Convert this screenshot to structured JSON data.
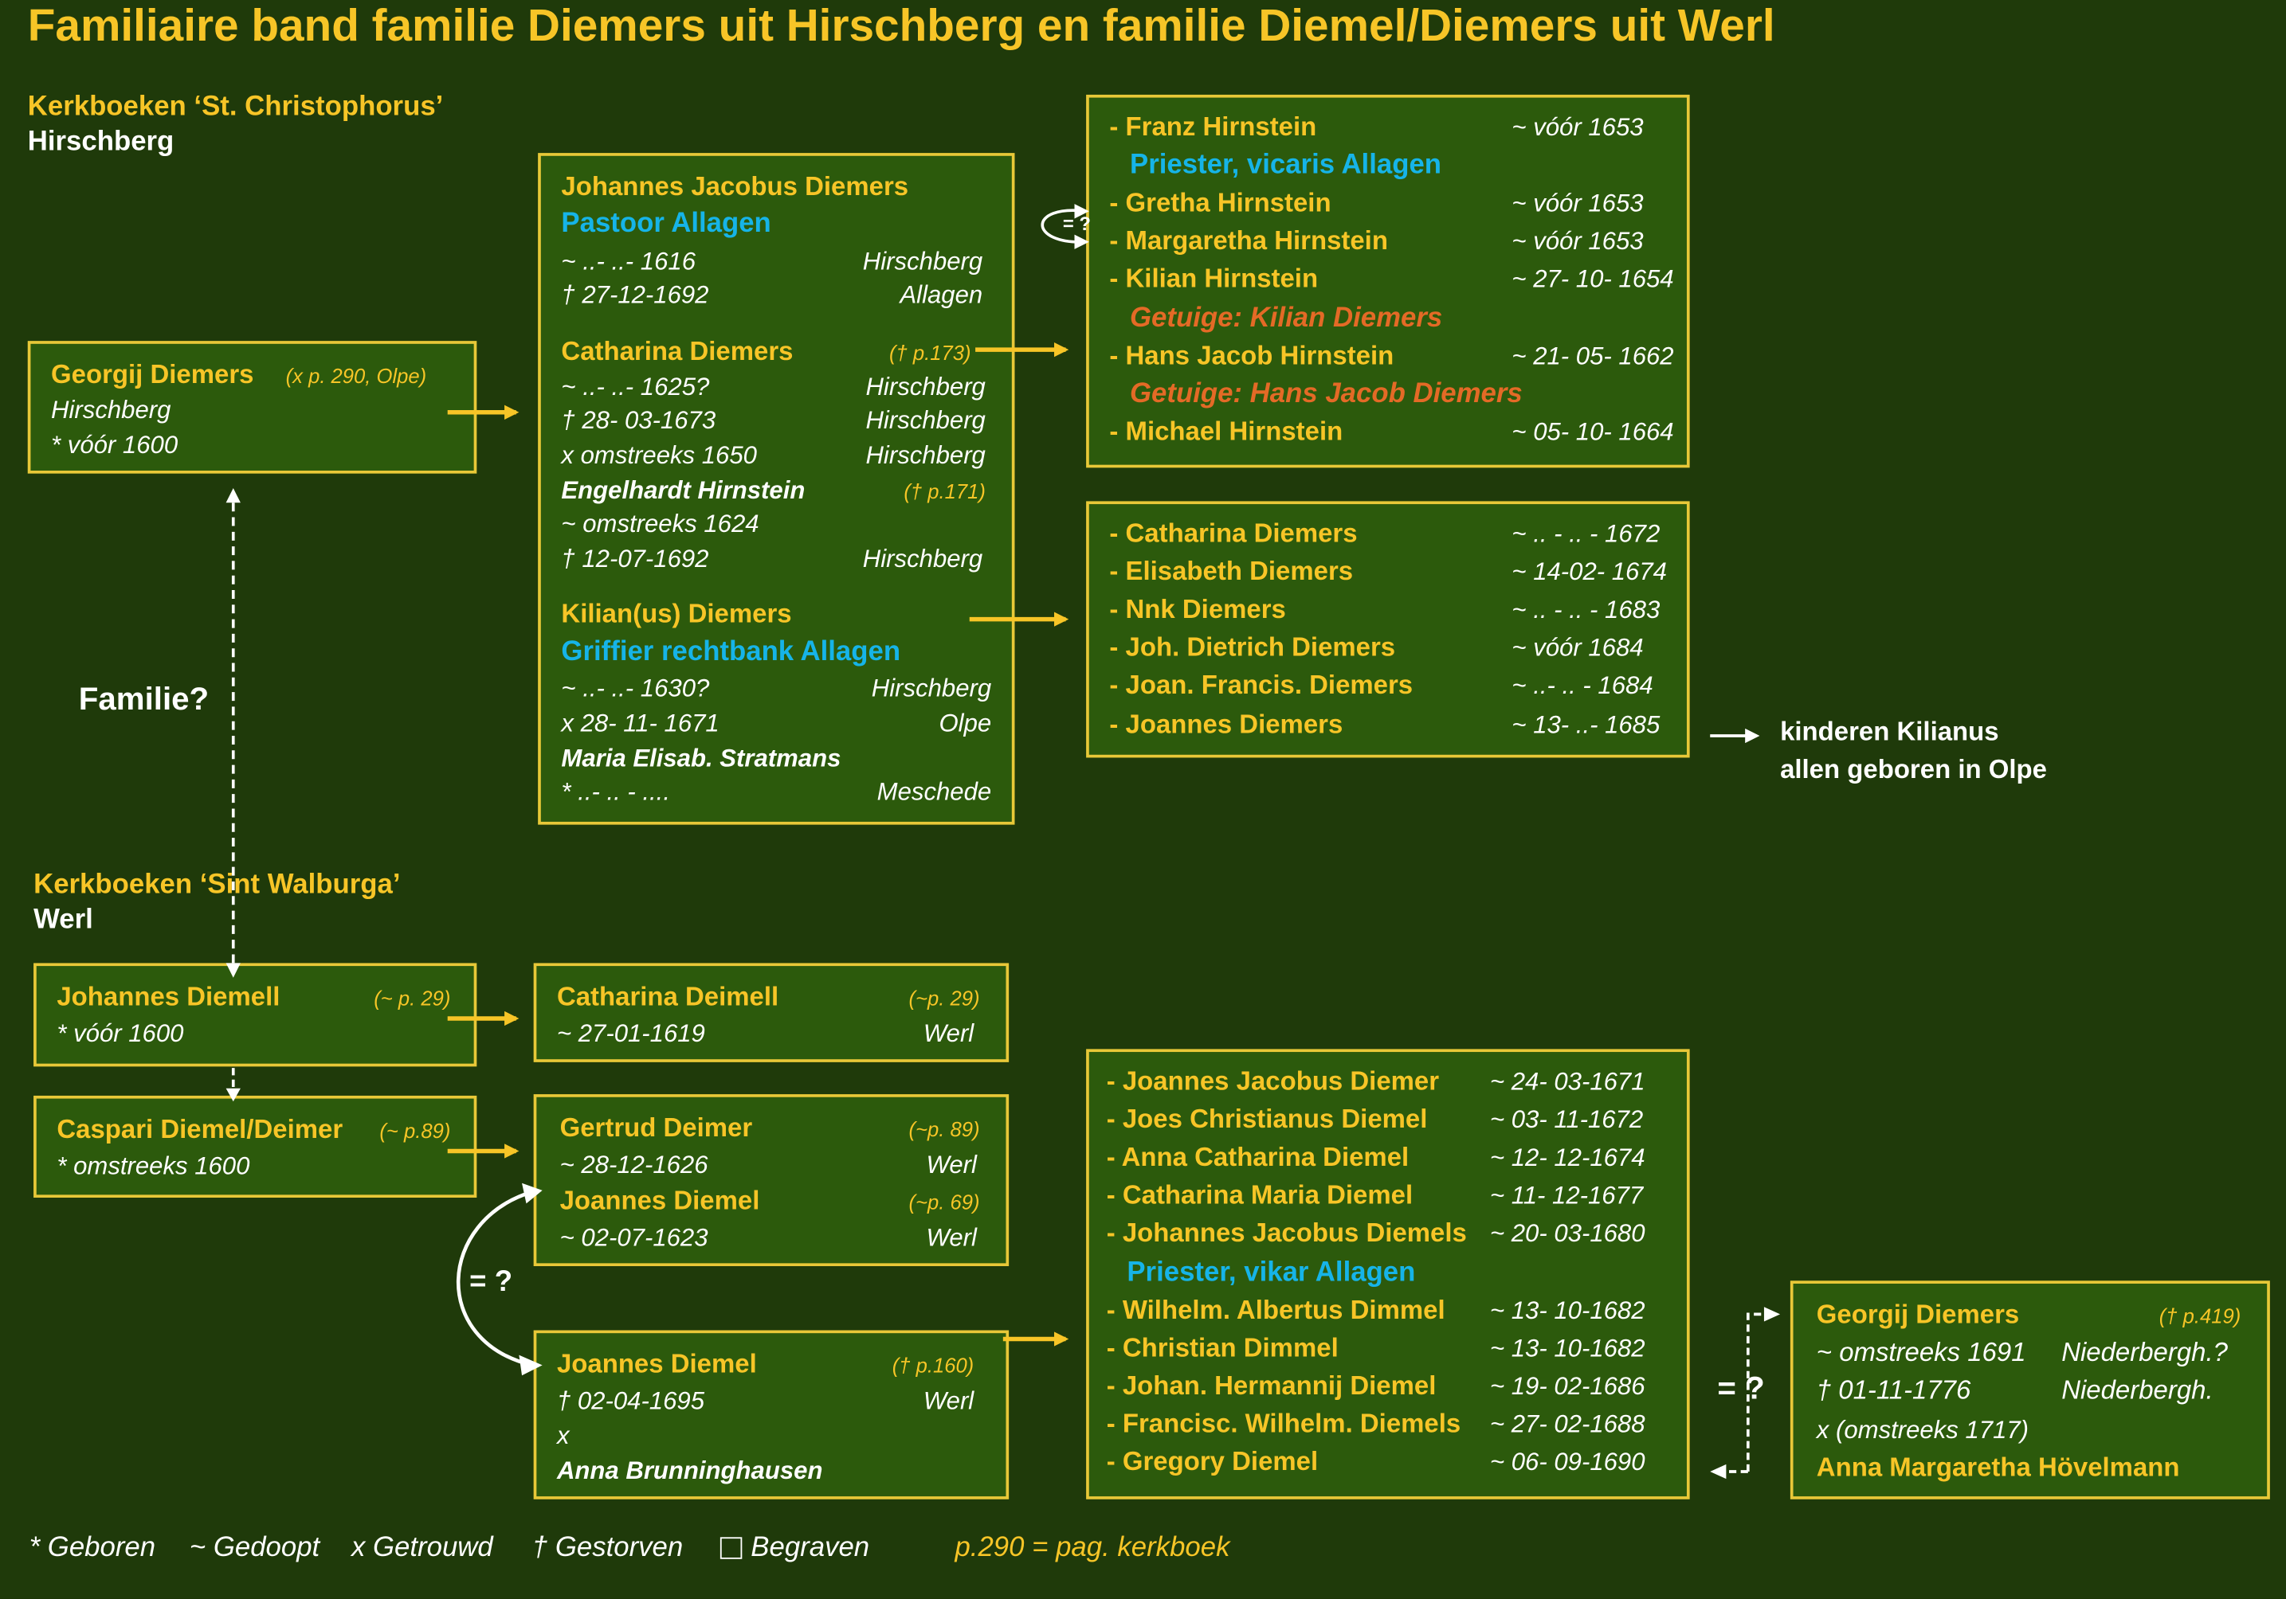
{
  "title": "Familiaire band familie Diemers uit Hirschberg en familie Diemel/Diemers uit Werl",
  "sections": {
    "hirschberg": {
      "line1": "Kerkboeken ‘St. Christophorus’",
      "line2": "Hirschberg"
    },
    "werl": {
      "line1": "Kerkboeken ‘Sint Walburga’",
      "line2": "Werl"
    },
    "familie_question": "Familie?",
    "eq_q1": "= ?",
    "eq_q2": "= ?",
    "eq_q3": "= ?"
  },
  "georgij_box": {
    "name": "Georgij Diemers",
    "ref": "(x p. 290, Olpe)",
    "place": "Hirschberg",
    "born": "* vóór 1600"
  },
  "jj_box": {
    "p1": {
      "name": "Johannes Jacobus Diemers",
      "role": "Pastoor Allagen",
      "l1": "~ ..- ..- 1616",
      "l1p": "Hirschberg",
      "l2": "† 27-12-1692",
      "l2p": "Allagen"
    },
    "p2": {
      "name": "Catharina Diemers",
      "ref": "(† p.173)",
      "l1": "~ ..- ..- 1625?",
      "l1p": "Hirschberg",
      "l2": "† 28- 03-1673",
      "l2p": "Hirschberg",
      "l3": "x omstreeks 1650",
      "l3p": "Hirschberg",
      "spouse": "Engelhardt Hirnstein",
      "spouse_ref": "(† p.171)",
      "l4": "~ omstreeks 1624",
      "l5": "† 12-07-1692",
      "l5p": "Hirschberg"
    },
    "p3": {
      "name": "Kilian(us) Diemers",
      "role": "Griffier rechtbank Allagen",
      "l1": "~ ..- ..- 1630?",
      "l1p": "Hirschberg",
      "l2": "x 28- 11- 1671",
      "l2p": "Olpe",
      "spouse": "Maria Elisab. Stratmans",
      "l3": "* ..- .. - ....",
      "l3p": "Meschede"
    }
  },
  "hirnstein_box": [
    {
      "name": "- Franz Hirnstein",
      "date": "~ vóór 1653"
    },
    {
      "sub": "Priester, vicaris Allagen",
      "kind": "c"
    },
    {
      "name": "- Gretha Hirnstein",
      "date": "~ vóór 1653"
    },
    {
      "name": "- Margaretha Hirnstein",
      "date": "~ vóór 1653"
    },
    {
      "name": "- Kilian Hirnstein",
      "date": "~ 27- 10- 1654"
    },
    {
      "sub": "Getuige: Kilian Diemers",
      "kind": "o"
    },
    {
      "name": "- Hans Jacob Hirnstein",
      "date": "~ 21- 05- 1662"
    },
    {
      "sub": "Getuige: Hans Jacob Diemers",
      "kind": "o"
    },
    {
      "name": "- Michael Hirnstein",
      "date": "~ 05- 10- 1664"
    }
  ],
  "kilian_children_box": [
    {
      "name": "- Catharina Diemers",
      "date": "~ .. - .. - 1672"
    },
    {
      "name": "- Elisabeth Diemers",
      "date": "~ 14-02- 1674"
    },
    {
      "name": "- Nnk Diemers",
      "date": "~ .. - .. - 1683"
    },
    {
      "name": "- Joh. Dietrich Diemers",
      "date": "~ vóór 1684"
    },
    {
      "name": "- Joan. Francis. Diemers",
      "date": "~ ..- .. - 1684"
    },
    {
      "name": "- Joannes Diemers",
      "date": "~ 13- ..- 1685"
    }
  ],
  "kinderen_note": {
    "l1": "kinderen Kilianus",
    "l2": "allen geboren in Olpe"
  },
  "johannes_box": {
    "name": "Johannes Diemell",
    "ref": "(~ p. 29)",
    "born": "* vóór 1600"
  },
  "caspari_box": {
    "name": "Caspari Diemel/Deimer",
    "ref": "(~ p.89)",
    "born": "* omstreeks 1600"
  },
  "catharina_deimell_box": {
    "name": "Catharina Deimell",
    "ref": "(~p. 29)",
    "l1": "~ 27-01-1619",
    "l1p": "Werl"
  },
  "gertrud_box": {
    "name": "Gertrud Deimer",
    "ref": "(~p. 89)",
    "l1": "~ 28-12-1626",
    "l1p": "Werl",
    "name2": "Joannes Diemel",
    "ref2": "(~p. 69)",
    "l2": "~ 02-07-1623",
    "l2p": "Werl"
  },
  "joannes_diemel_box": {
    "name": "Joannes Diemel",
    "ref": "(† p.160)",
    "l1": "† 02-04-1695",
    "l1p": "Werl",
    "l2": "x",
    "spouse": "Anna Brunninghausen"
  },
  "werl_children_box": [
    {
      "name": "- Joannes Jacobus Diemer",
      "date": "~ 24- 03-1671"
    },
    {
      "name": "- Joes Christianus Diemel",
      "date": "~ 03- 11-1672"
    },
    {
      "name": "- Anna Catharina Diemel",
      "date": "~ 12- 12-1674"
    },
    {
      "name": "- Catharina Maria Diemel",
      "date": "~ 11- 12-1677"
    },
    {
      "name": "- Johannes Jacobus Diemels",
      "date": "~ 20- 03-1680"
    },
    {
      "sub": "Priester, vikar Allagen",
      "kind": "c"
    },
    {
      "name": "- Wilhelm. Albertus Dimmel",
      "date": "~ 13- 10-1682"
    },
    {
      "name": "- Christian Dimmel",
      "date": "~ 13- 10-1682"
    },
    {
      "name": "- Johan. Hermannij Diemel",
      "date": "~ 19- 02-1686"
    },
    {
      "name": "- Francisc. Wilhelm. Diemels",
      "date": "~ 27- 02-1688"
    },
    {
      "name": "- Gregory Diemel",
      "date": "~ 06- 09-1690"
    }
  ],
  "georgij2_box": {
    "name": "Georgij Diemers",
    "ref": "(† p.419)",
    "l1": "~ omstreeks 1691",
    "l1p": "Niederbergh.?",
    "l2": "† 01-11-1776",
    "l2p": "Niederbergh.",
    "l3": "x (omstreeks 1717)",
    "spouse": "Anna Margaretha Hövelmann"
  },
  "legend": {
    "born": "* Geboren",
    "baptized": "~ Gedoopt",
    "married": "x Getrouwd",
    "died": "† Gestorven",
    "buried": "Begraven",
    "page": "p.290 = pag. kerkboek"
  },
  "colors": {
    "background": "#1f3a0a",
    "box": "#2c5a0c",
    "yellow": "#f7c527",
    "cyan": "#16b4e8",
    "orange": "#e46a26"
  }
}
